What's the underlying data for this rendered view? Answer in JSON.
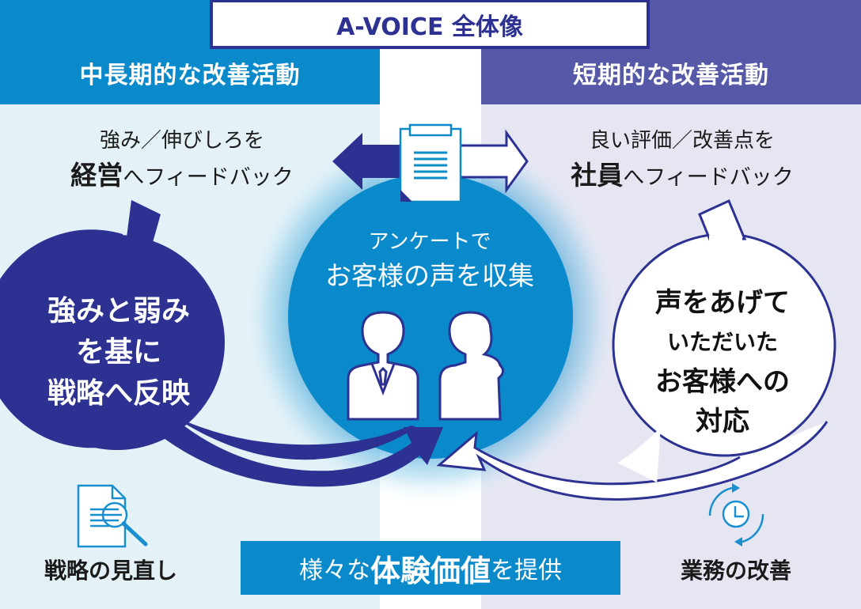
{
  "title": "A-VOICE 全体像",
  "left": {
    "header": "中長期的な改善活動",
    "feedback_line1": "強み／伸びしろを",
    "feedback_target": "経営",
    "feedback_rest": "へフィードバック",
    "bubble_lines": [
      "強みと弱み",
      "を基に",
      "戦略へ反映"
    ],
    "footer_icon": "document-search-icon",
    "footer_label": "戦略の見直し"
  },
  "right": {
    "header": "短期的な改善活動",
    "feedback_line1": "良い評価／改善点を",
    "feedback_target": "社員",
    "feedback_rest": "へフィードバック",
    "bubble_lines": [
      "声をあげて",
      "いただいた",
      "お客様への",
      "対応"
    ],
    "footer_icon": "clock-cycle-icon",
    "footer_label": "業務の改善"
  },
  "center": {
    "line1": "アンケートで",
    "line2": "お客様の声を収集",
    "icon_top": "clipboard-document-icon",
    "people": [
      "businessman-icon",
      "woman-icon"
    ]
  },
  "banner": {
    "prefix": "様々な",
    "emphasis": "体験価値",
    "suffix": "を提供"
  },
  "colors": {
    "navy": "#2d3192",
    "blue": "#0a8acb",
    "purple": "#5659a8",
    "left_bg": "#e4f2f8",
    "right_bg": "#e6e6f2"
  }
}
